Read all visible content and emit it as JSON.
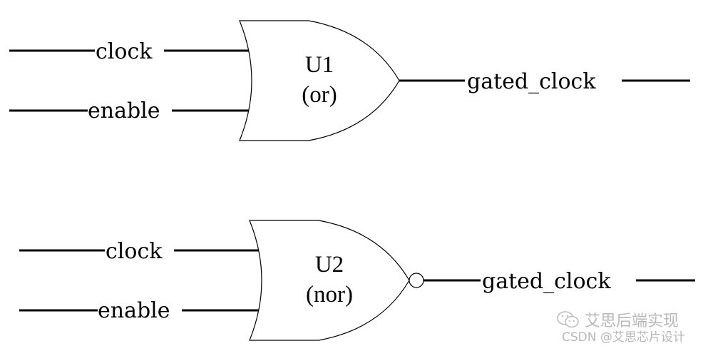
{
  "diagram": {
    "gates": [
      {
        "id": "U1",
        "name": "U1",
        "type_label": "(or)",
        "type": "or",
        "inputs": [
          "clock",
          "enable"
        ],
        "output": "gated_clock",
        "inverted_output": false
      },
      {
        "id": "U2",
        "name": "U2",
        "type_label": "(nor)",
        "type": "nor",
        "inputs": [
          "clock",
          "enable"
        ],
        "output": "gated_clock",
        "inverted_output": true
      }
    ]
  },
  "watermark": {
    "icon": "wechat-icon",
    "line1": "艾思后端实现",
    "line2": "CSDN @艾思芯片设计"
  },
  "colors": {
    "stroke": "#000000",
    "watermark": "#b8b8b8",
    "background": "#ffffff"
  }
}
